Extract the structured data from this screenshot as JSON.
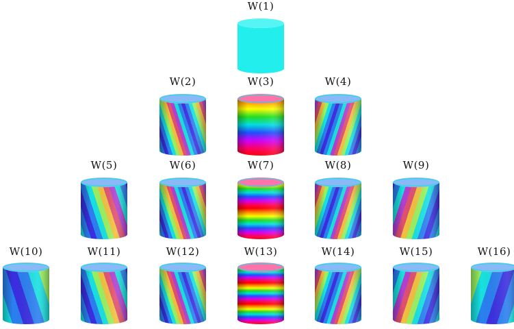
{
  "diagram": {
    "rows": [
      {
        "items": [
          {
            "label": "W(1)",
            "pattern": "uniform"
          }
        ]
      },
      {
        "items": [
          {
            "label": "W(2)",
            "pattern": "diagonal-stripes",
            "direction": "left",
            "density": "high"
          },
          {
            "label": "W(3)",
            "pattern": "horizontal-bands",
            "bands": 1
          },
          {
            "label": "W(4)",
            "pattern": "diagonal-stripes",
            "direction": "right",
            "density": "high"
          }
        ]
      },
      {
        "items": [
          {
            "label": "W(5)",
            "pattern": "diagonal-stripes",
            "direction": "left",
            "density": "medium"
          },
          {
            "label": "W(6)",
            "pattern": "diagonal-stripes",
            "direction": "left",
            "density": "high"
          },
          {
            "label": "W(7)",
            "pattern": "horizontal-bands",
            "bands": 2
          },
          {
            "label": "W(8)",
            "pattern": "diagonal-stripes",
            "direction": "right",
            "density": "high"
          },
          {
            "label": "W(9)",
            "pattern": "diagonal-stripes",
            "direction": "right",
            "density": "medium"
          }
        ]
      },
      {
        "items": [
          {
            "label": "W(10)",
            "pattern": "diagonal-stripes",
            "direction": "left",
            "density": "low"
          },
          {
            "label": "W(11)",
            "pattern": "diagonal-stripes",
            "direction": "left",
            "density": "medium"
          },
          {
            "label": "W(12)",
            "pattern": "diagonal-stripes",
            "direction": "left",
            "density": "high"
          },
          {
            "label": "W(13)",
            "pattern": "horizontal-bands",
            "bands": 3
          },
          {
            "label": "W(14)",
            "pattern": "diagonal-stripes",
            "direction": "right",
            "density": "high"
          },
          {
            "label": "W(15)",
            "pattern": "diagonal-stripes",
            "direction": "right",
            "density": "medium"
          },
          {
            "label": "W(16)",
            "pattern": "diagonal-stripes",
            "direction": "right",
            "density": "low"
          }
        ]
      }
    ],
    "colors": {
      "uniform": "#22eeee",
      "stripe_cycle": [
        "#18e0e0",
        "#2a7ff0",
        "#3a2fe0",
        "#2a7ff0",
        "#18e0e0",
        "#9af060",
        "#f0c040",
        "#e05070",
        "#b040d0"
      ],
      "band_cycle": [
        "#ff0000",
        "#ff8c00",
        "#ffff00",
        "#22e022",
        "#00e0e0",
        "#1f4fff",
        "#d000ff",
        "#ff0066"
      ]
    }
  }
}
